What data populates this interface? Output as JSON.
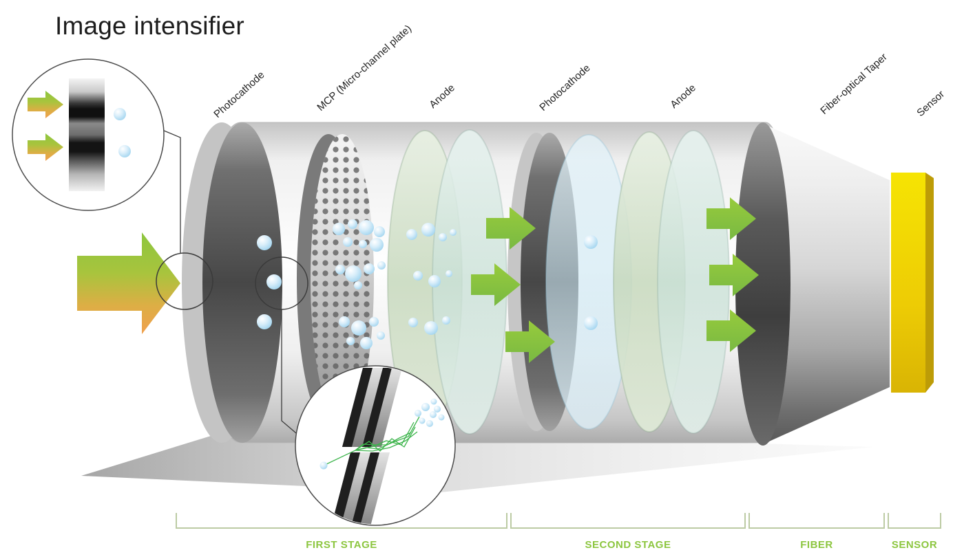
{
  "title": "Image intensifier",
  "component_labels": [
    {
      "label": "Photocathode"
    },
    {
      "label": "MCP (Micro-channel plate)"
    },
    {
      "label": "Anode"
    },
    {
      "label": "Photocathode"
    },
    {
      "label": "Anode"
    },
    {
      "label": "Fiber-optical Taper"
    },
    {
      "label": "Sensor"
    }
  ],
  "stages": [
    {
      "label": "FIRST STAGE"
    },
    {
      "label": "SECOND STAGE"
    },
    {
      "label": "FIBER"
    },
    {
      "label": "SENSOR"
    }
  ],
  "colors": {
    "accent_green": "#8CC63F",
    "beam_orange": "#F0A14E",
    "sensor_yellow": "#EDCC05",
    "electron_blue": "#9CD2EE",
    "bracket_green": "#BCCBA4"
  }
}
